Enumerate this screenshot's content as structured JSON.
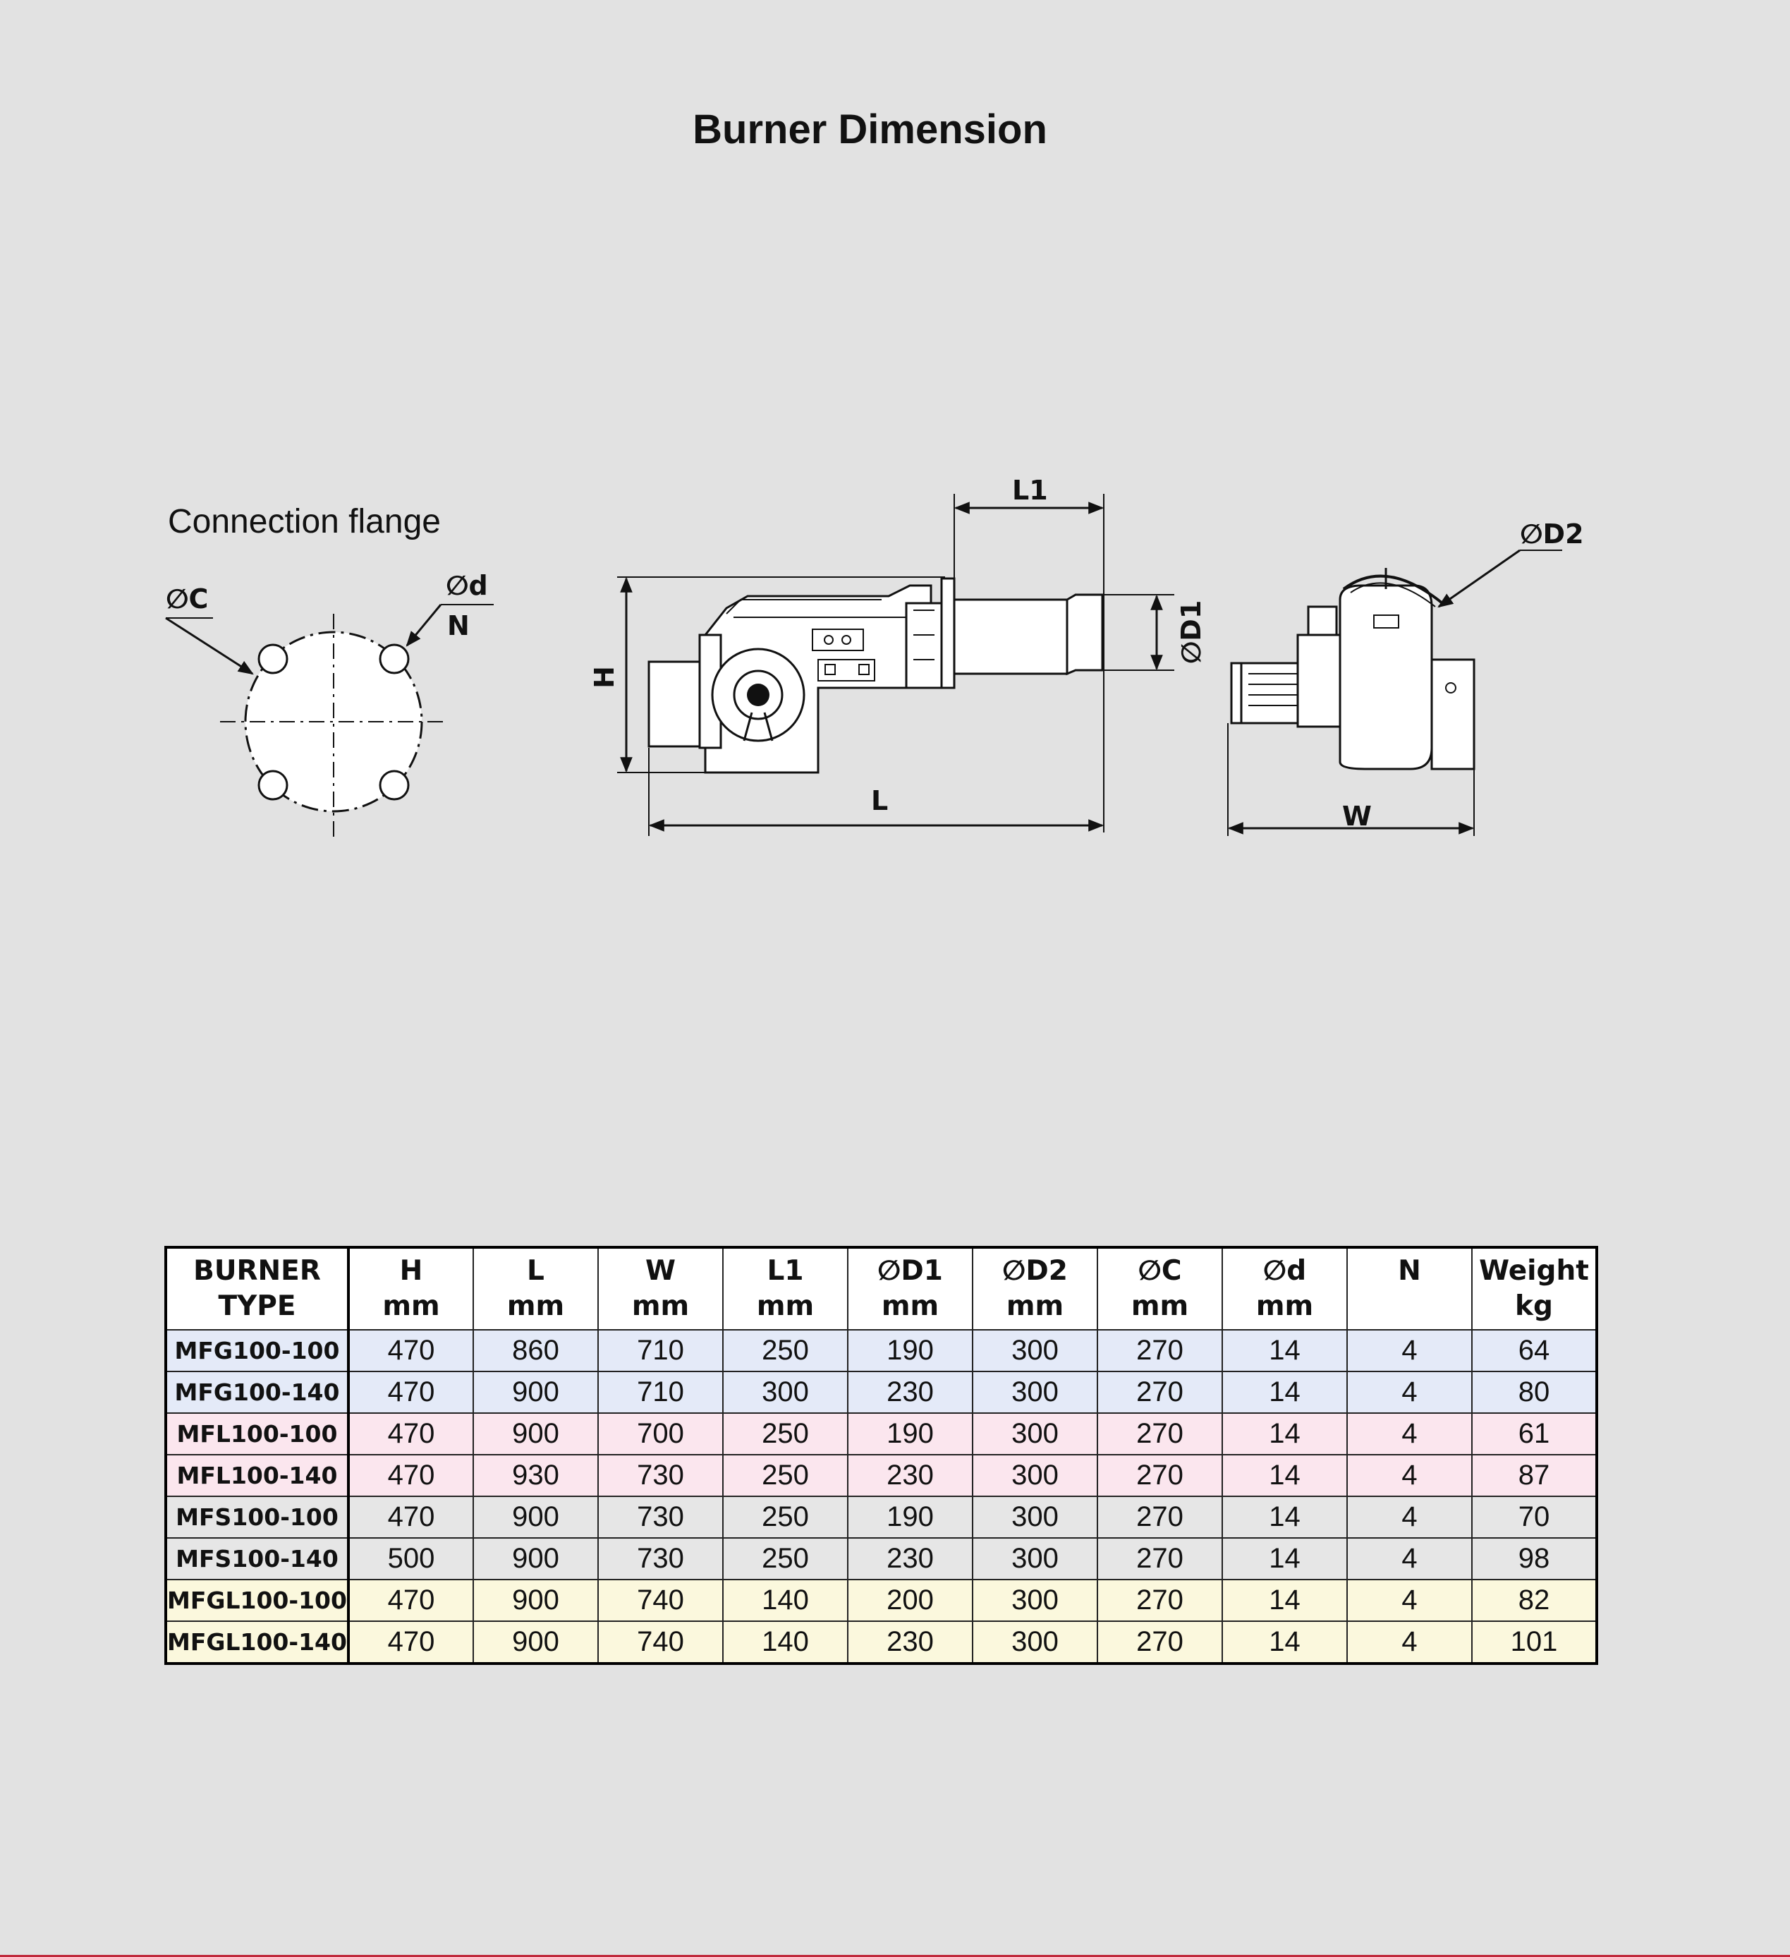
{
  "title": "Burner Dimension",
  "flange_caption": "Connection flange",
  "diagram_labels": {
    "flange_C": "∅C",
    "flange_d": "∅d",
    "flange_N": "N",
    "side_L1": "L1",
    "side_H": "H",
    "side_D1": "∅D1",
    "side_L": "L",
    "front_D2": "∅D2",
    "front_W": "W"
  },
  "table": {
    "headers": [
      {
        "l1": "BURNER",
        "l2": "TYPE"
      },
      {
        "l1": "H",
        "l2": "mm"
      },
      {
        "l1": "L",
        "l2": "mm"
      },
      {
        "l1": "W",
        "l2": "mm"
      },
      {
        "l1": "L1",
        "l2": "mm"
      },
      {
        "l1": "∅D1",
        "l2": "mm"
      },
      {
        "l1": "∅D2",
        "l2": "mm"
      },
      {
        "l1": "∅C",
        "l2": "mm"
      },
      {
        "l1": "∅d",
        "l2": "mm"
      },
      {
        "l1": "N",
        "l2": ""
      },
      {
        "l1": "Weight",
        "l2": "kg"
      }
    ],
    "row_colors": [
      "#e4eaf8",
      "#e4eaf8",
      "#fbe6ee",
      "#fbe6ee",
      "#e6e6e6",
      "#e6e6e6",
      "#fbf8dd",
      "#fbf8dd"
    ],
    "rows": [
      [
        "MFG100-100",
        "470",
        "860",
        "710",
        "250",
        "190",
        "300",
        "270",
        "14",
        "4",
        "64"
      ],
      [
        "MFG100-140",
        "470",
        "900",
        "710",
        "300",
        "230",
        "300",
        "270",
        "14",
        "4",
        "80"
      ],
      [
        "MFL100-100",
        "470",
        "900",
        "700",
        "250",
        "190",
        "300",
        "270",
        "14",
        "4",
        "61"
      ],
      [
        "MFL100-140",
        "470",
        "930",
        "730",
        "250",
        "230",
        "300",
        "270",
        "14",
        "4",
        "87"
      ],
      [
        "MFS100-100",
        "470",
        "900",
        "730",
        "250",
        "190",
        "300",
        "270",
        "14",
        "4",
        "70"
      ],
      [
        "MFS100-140",
        "500",
        "900",
        "730",
        "250",
        "230",
        "300",
        "270",
        "14",
        "4",
        "98"
      ],
      [
        "MFGL100-100",
        "470",
        "900",
        "740",
        "140",
        "200",
        "300",
        "270",
        "14",
        "4",
        "82"
      ],
      [
        "MFGL100-140",
        "470",
        "900",
        "740",
        "140",
        "230",
        "300",
        "270",
        "14",
        "4",
        "101"
      ]
    ]
  }
}
